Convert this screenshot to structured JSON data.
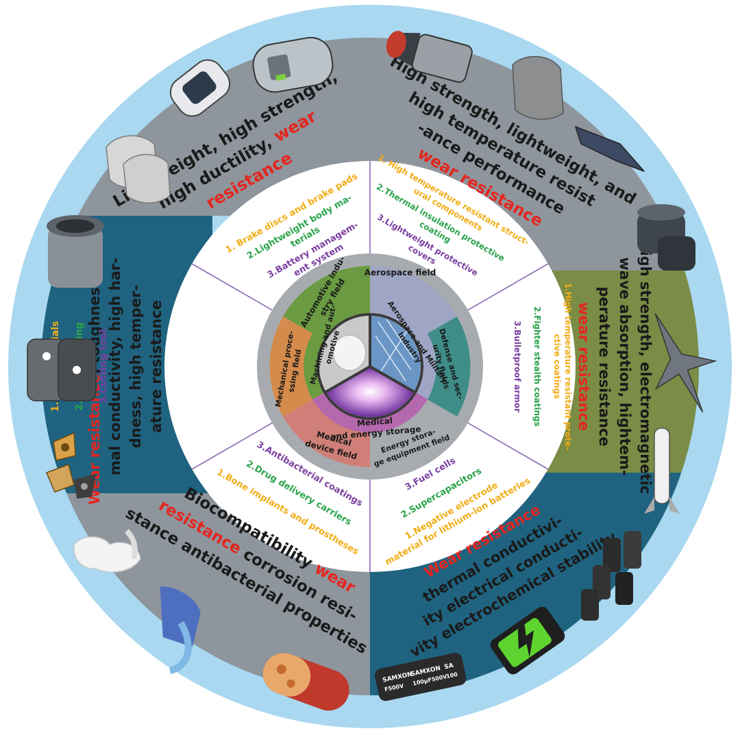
{
  "palette": {
    "outer_ring": "#a9d8f0",
    "sector_gray": "#8e959c",
    "sector_teal": "#1f6380",
    "sector_olive": "#7a8c45",
    "white_ring": "#ffffff",
    "band_gray": "#a7abaf",
    "field_green": "#6a9b42",
    "field_orange": "#d58b4b",
    "field_slateblue": "#9fa6c5",
    "field_teal": "#3f8d88",
    "field_magenta": "#b468ae",
    "field_salmon": "#cf7f77",
    "accent_red": "#e4261f",
    "text_yellow": "#f2ad17",
    "text_green": "#2aa34b",
    "text_purple": "#7b3fa0"
  },
  "properties": {
    "automotive": {
      "line1": "Lightweight, high strength,",
      "line2a": "high ductility, ",
      "line2b": "wear",
      "line3": "resistance"
    },
    "aerospace": {
      "line1": "High strength, lightweight, and",
      "line2": "high temperature resist",
      "line3": "-ance performance",
      "line4": "wear resistance"
    },
    "defense": {
      "line1": "High strength, electromagnetic",
      "line2": "wave absorption, hightem-",
      "line3": "perature resistance",
      "line4": "wear resistance"
    },
    "energy": {
      "line1": "Wear resistance",
      "line2": "thermal conductivi-",
      "line3": "ity electrical conducti-",
      "line4": "vity electrochemical stability"
    },
    "medical": {
      "line1": "Biocompatibility",
      "line1b": "wear",
      "line2a": "resistance",
      "line2b": " corrosion resi-",
      "line3": "stance antibacterial properties"
    },
    "mechanical": {
      "line1a": "Wear resistance",
      "line1b": ", toughness, ther-",
      "line2": "mal conductivity, high har-",
      "line3": "dness, high temper-",
      "line4": "ature resistance"
    }
  },
  "applications": {
    "automotive": [
      "1. Brake discs and brake pads",
      "2.Lightweight body ma-",
      "terials",
      "3.Battery managem-",
      "ent system"
    ],
    "aerospace": [
      "1.  High temperature resistant struct-",
      "ural components",
      "2.Thermal insulation protective",
      "coating",
      "3.Lightweight protective",
      "covers"
    ],
    "defense": [
      "1.High temperature resistant prote-",
      "ctive coatings",
      "2.Fighter stealth coatings",
      "3.Bulletproof armor"
    ],
    "energy": [
      "3.Fuel  cells",
      "2.Supercapacitors",
      "1.Negative electrode",
      "material for lithium-ion batteries"
    ],
    "medical": [
      "3.Antibacterial coatings",
      "2.Drug delivery carriers",
      "1.Bone implants and prostheses"
    ],
    "mechanical": [
      "1.Mold materials",
      "2. furnace lining",
      "3.Cutting tool"
    ]
  },
  "fields": {
    "automotive": [
      "Automotive indu-",
      "stry field"
    ],
    "aerospace": "Aerospace field",
    "defense": [
      "Defense and sec-",
      "urity fields"
    ],
    "energy": [
      "Energy stora-",
      "ge equipment field"
    ],
    "medical": [
      "Medical",
      "device field"
    ],
    "mechanical": [
      "Mechanical proce-",
      "ssing field"
    ]
  },
  "core": {
    "machining": [
      "Machining and aut-",
      "omotive"
    ],
    "aerospace": [
      "Aerospace and Military",
      "Industry"
    ],
    "medical": [
      "Medical",
      "and energy storage"
    ]
  },
  "battery": {
    "brand1": "SAMXON",
    "spec1": "F500V",
    "brand2": "SAMXON",
    "spec2": "100μF500V",
    "brand3": "SA",
    "spec3": "100"
  }
}
